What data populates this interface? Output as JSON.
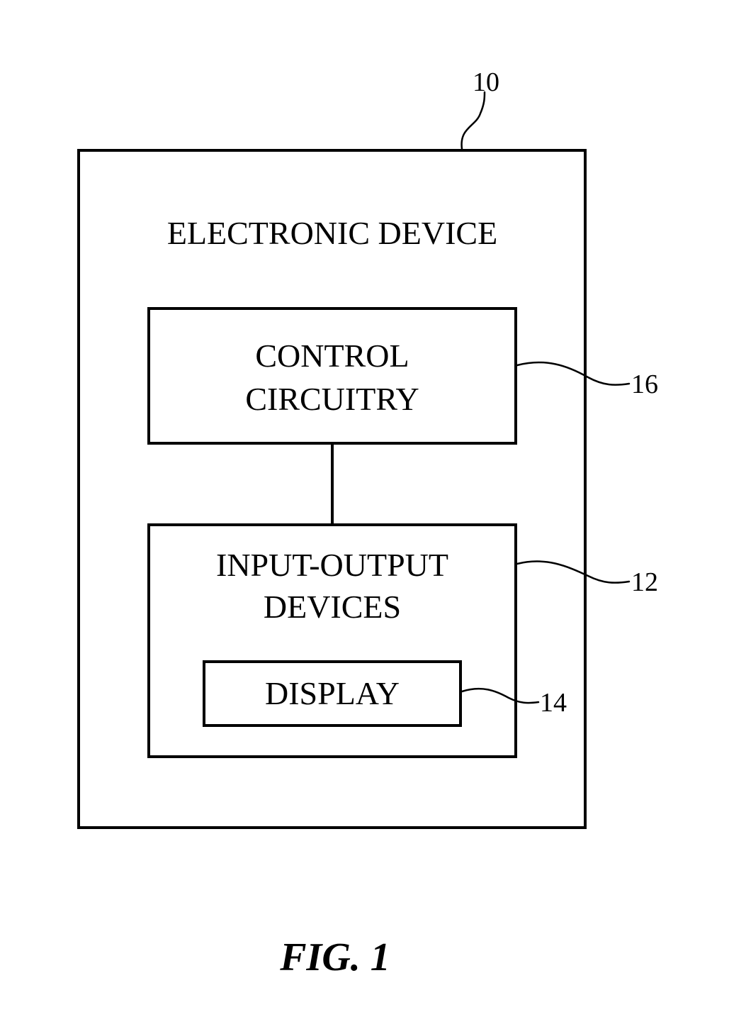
{
  "diagram": {
    "outer": {
      "title": "ELECTRONIC DEVICE",
      "ref": "10"
    },
    "control": {
      "line1": "CONTROL",
      "line2": "CIRCUITRY",
      "ref": "16"
    },
    "io": {
      "line1": "INPUT-OUTPUT",
      "line2": "DEVICES",
      "ref": "12"
    },
    "display": {
      "label": "DISPLAY",
      "ref": "14"
    }
  },
  "caption": "FIG. 1"
}
